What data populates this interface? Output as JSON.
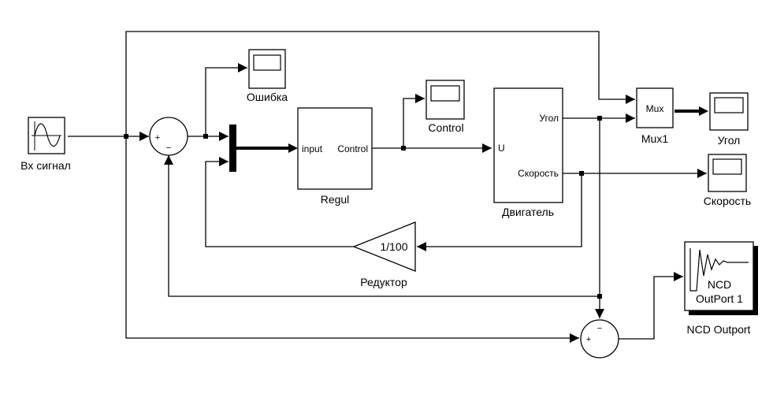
{
  "blocks": {
    "input_signal": "Вх сигнал",
    "error_scope": "Ошибка",
    "control_scope": "Control",
    "regul": {
      "name": "Regul",
      "in_port": "input",
      "out_port": "Control"
    },
    "motor": {
      "name": "Двигатель",
      "in_port": "U",
      "out_angle": "Угол",
      "out_speed": "Скорость"
    },
    "mux": {
      "name": "Mux1",
      "text": "Mux"
    },
    "angle_scope": "Угол",
    "speed_scope": "Скорость",
    "gain": {
      "name": "Редуктор",
      "value": "1/100"
    },
    "ncd": {
      "name": "NCD Outport",
      "text1": "NCD",
      "text2": "OutPort 1"
    }
  },
  "signs": {
    "plus": "+",
    "minus": "−"
  }
}
